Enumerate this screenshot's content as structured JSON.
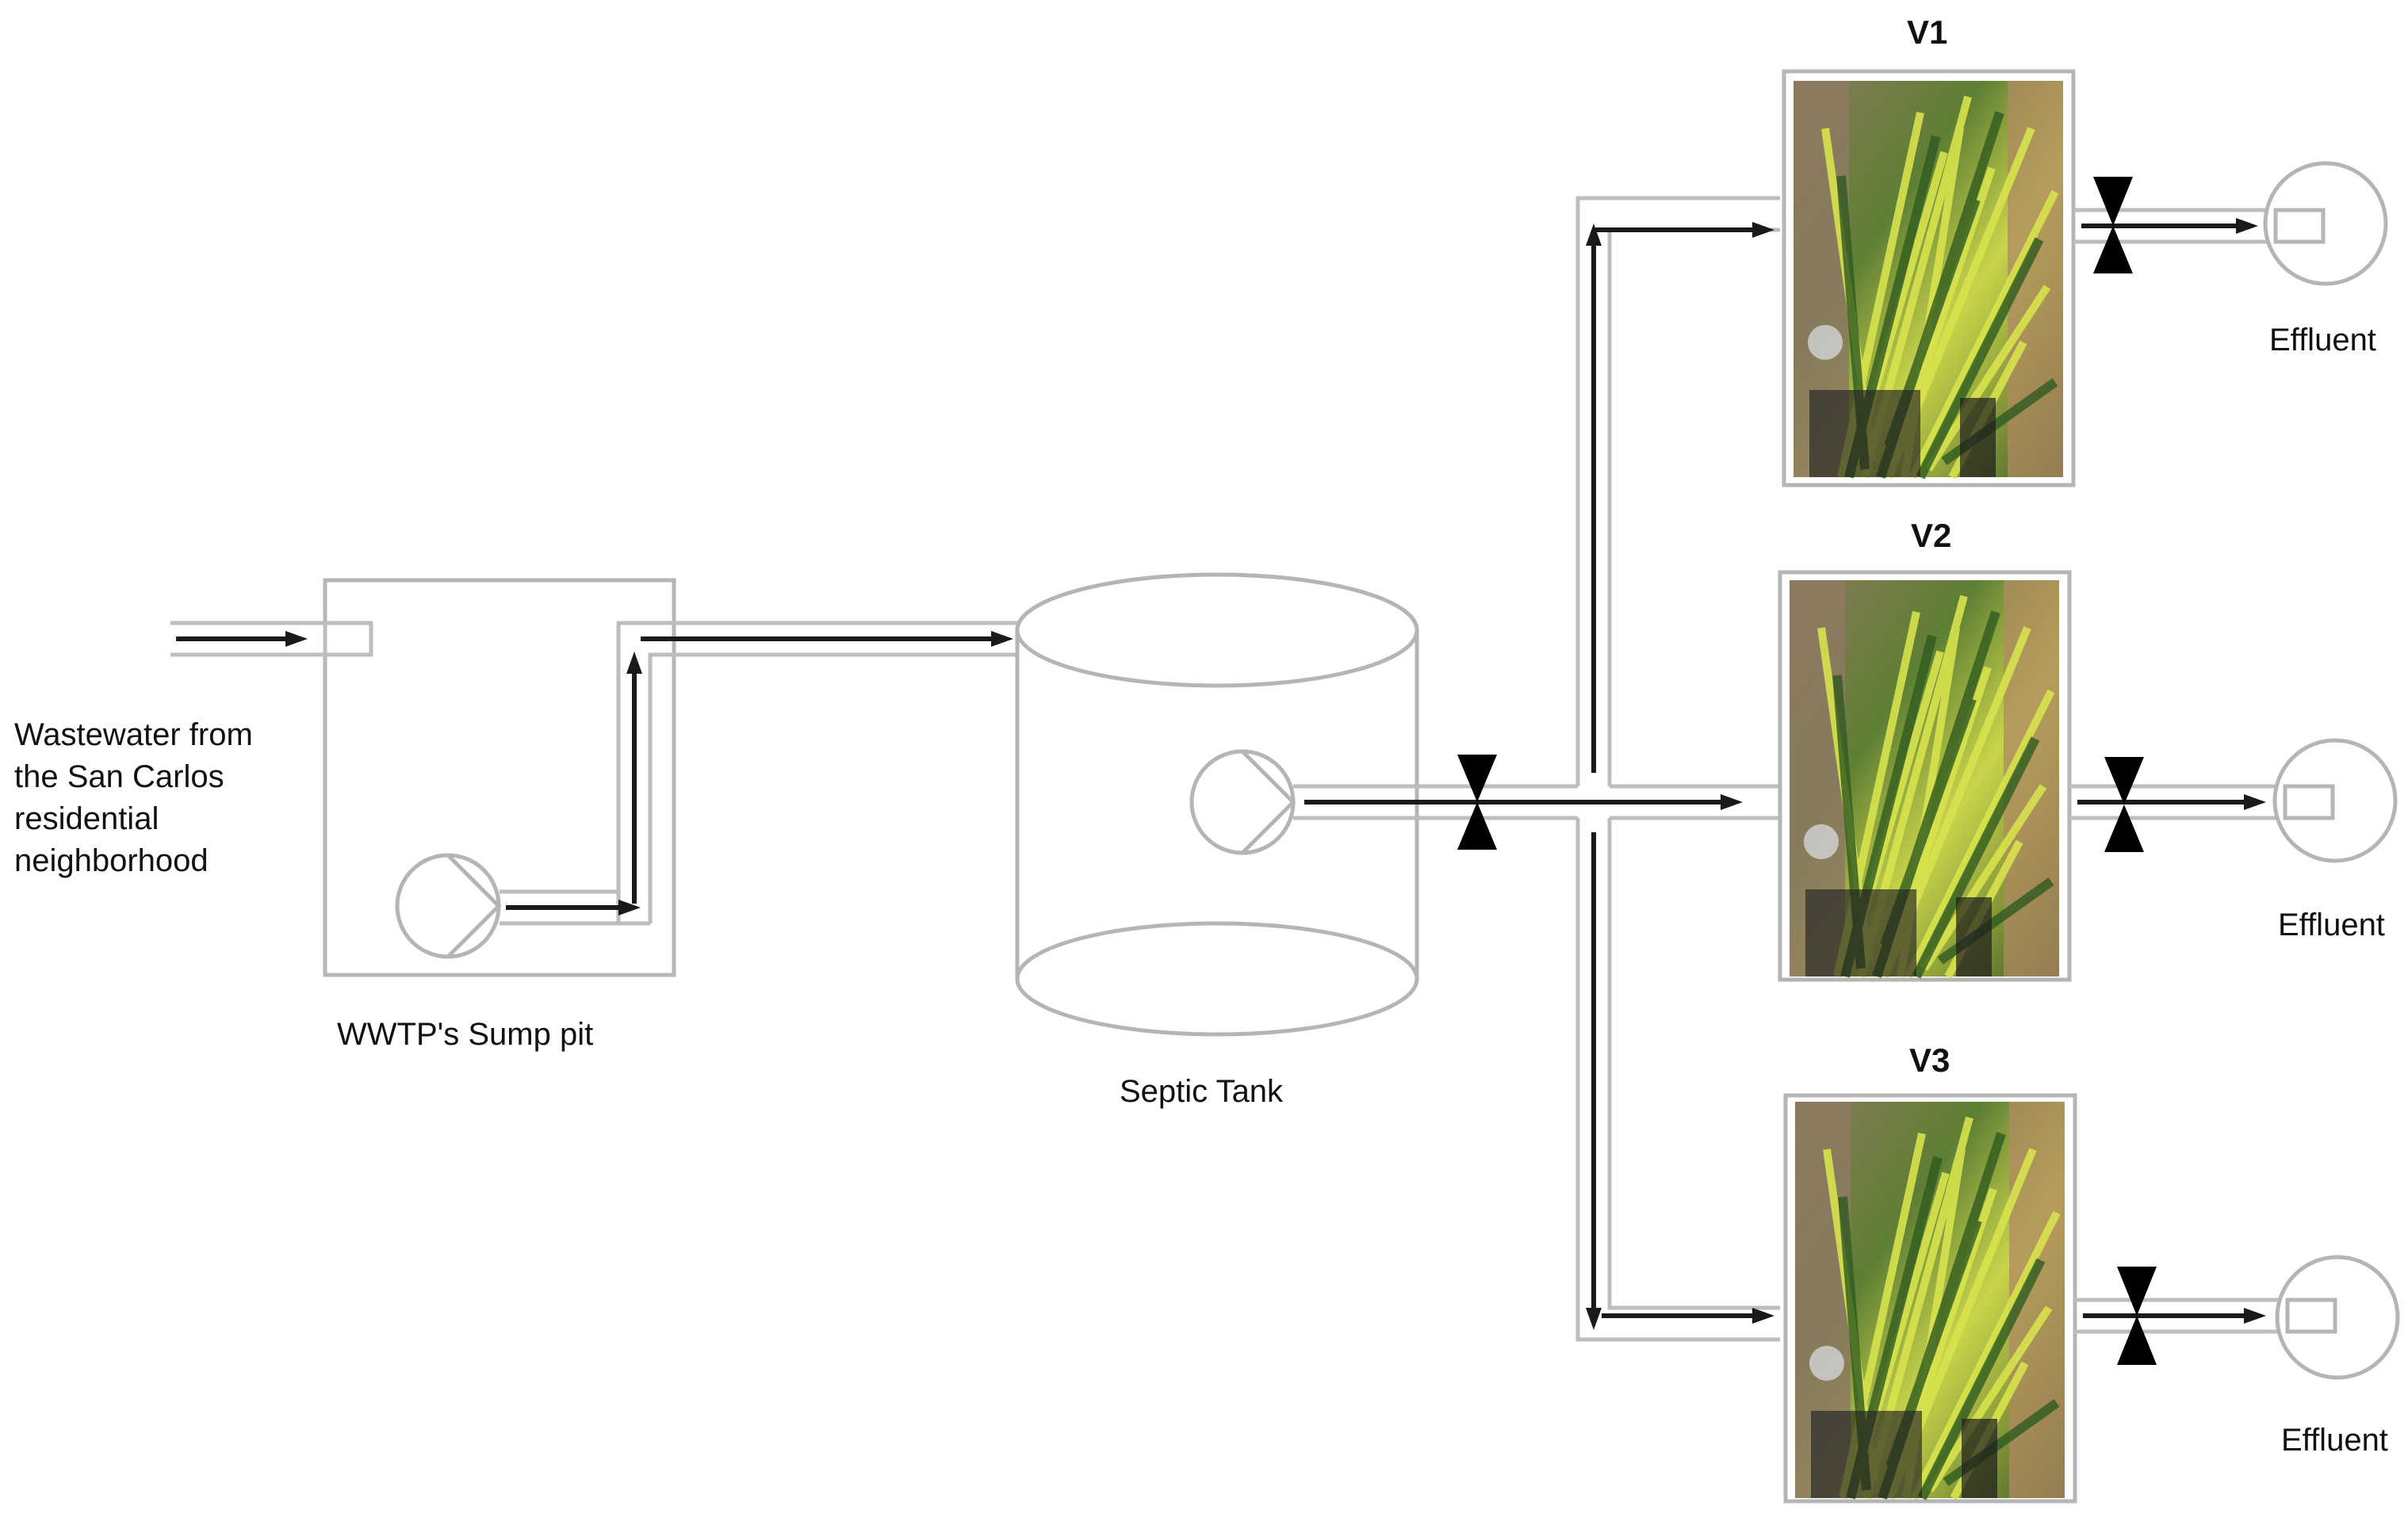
{
  "labels": {
    "inlet_line1": "Wastewater from",
    "inlet_line2": "the San Carlos",
    "inlet_line3": "residential",
    "inlet_line4": "neighborhood",
    "sump_pit": "WWTP's Sump pit",
    "septic_tank": "Septic Tank",
    "v1": "V1",
    "v2": "V2",
    "v3": "V3",
    "effluent_1": "Effluent",
    "effluent_2": "Effluent",
    "effluent_3": "Effluent"
  },
  "colors": {
    "outline": "#b5b5b5",
    "flow": "#1a1a1a",
    "valve": "#000000",
    "plant_green": "#4e7a2e",
    "plant_yellow": "#d8e04a",
    "soil": "#a08060"
  }
}
